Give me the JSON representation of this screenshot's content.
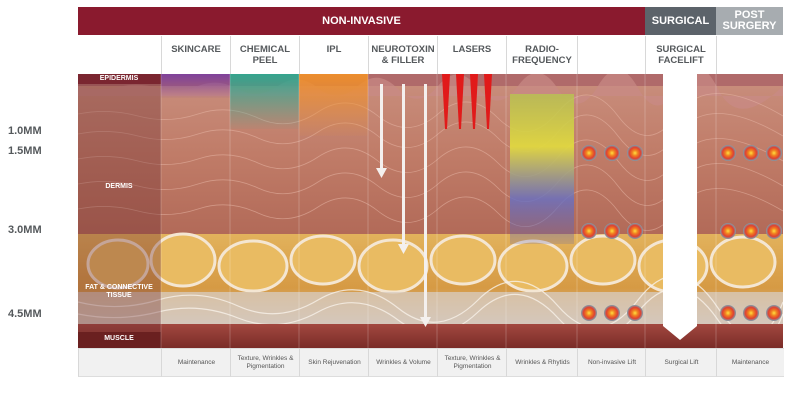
{
  "header": {
    "non_invasive": "NON-INVASIVE",
    "surgical": "SURGICAL",
    "post_surgery": "POST SURGERY"
  },
  "columns": [
    {
      "label": "SKINCARE",
      "footer": "Maintenance",
      "color": "#7a3ea0"
    },
    {
      "label": "CHEMICAL PEEL",
      "footer": "Texture, Wrinkles & Pigmentation",
      "color": "#3aa090"
    },
    {
      "label": "IPL",
      "footer": "Skin Rejuvenation",
      "color": "#e8902c"
    },
    {
      "label": "NEUROTOXIN & FILLER",
      "footer": "Wrinkles & Volume"
    },
    {
      "label": "LASERS",
      "footer": "Texture, Wrinkles & Pigmentation",
      "color": "#e02020"
    },
    {
      "label": "RADIO-FREQUENCY",
      "footer": "Wrinkles & Rhytids"
    },
    {
      "label": "",
      "footer": "Non-invasive Lift"
    },
    {
      "label": "SURGICAL FACELIFT",
      "footer": "Surgical Lift"
    },
    {
      "label": "",
      "footer": "Maintenance"
    }
  ],
  "layers": {
    "epidermis": "EPIDERMIS",
    "dermis": "DERMIS",
    "fat": "FAT & CONNECTIVE TISSUE",
    "muscle": "MUSCLE"
  },
  "depths": [
    "1.0MM",
    "1.5MM",
    "3.0MM",
    "4.5MM"
  ],
  "colors": {
    "non_invasive_band": "#8a1a2e",
    "surgical_band": "#5c636a",
    "post_surgery_band": "#a7acb0",
    "dermis": "#c0806c",
    "fat": "#d9a850",
    "muscle": "#8a3a34"
  }
}
